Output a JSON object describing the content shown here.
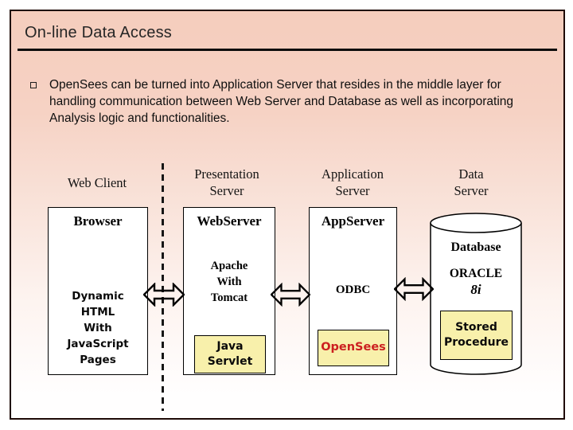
{
  "slide": {
    "title": "On-line Data Access",
    "bullet_text": "OpenSees can be turned into Application Server that resides in the middle layer for handling communication between Web Server and Database as well as incorporating Analysis logic and functionalities."
  },
  "diagram": {
    "headers": [
      {
        "label": "Web Client"
      },
      {
        "label": "Presentation\nServer"
      },
      {
        "label": "Application\nServer"
      },
      {
        "label": "Data\nServer"
      }
    ],
    "web_client": {
      "box_title": "Browser",
      "content": "Dynamic\nHTML\nWith\nJavaScript\nPages"
    },
    "presentation_server": {
      "box_title": "WebServer",
      "middleware": "Apache\nWith\nTomcat",
      "component": "Java\nServlet"
    },
    "application_server": {
      "box_title": "AppServer",
      "middleware": "ODBC",
      "component": "OpenSees"
    },
    "data_server": {
      "db_label": "Database",
      "db_product": "ORACLE",
      "db_version": "8i",
      "component": "Stored\nProcedure"
    }
  },
  "colors": {
    "slide_background_top": "#f5cdbd",
    "slide_border": "#1e0a06",
    "component_fill": "#f8f0ab",
    "opensees_text": "#cc2020",
    "title_text": "#262626"
  }
}
